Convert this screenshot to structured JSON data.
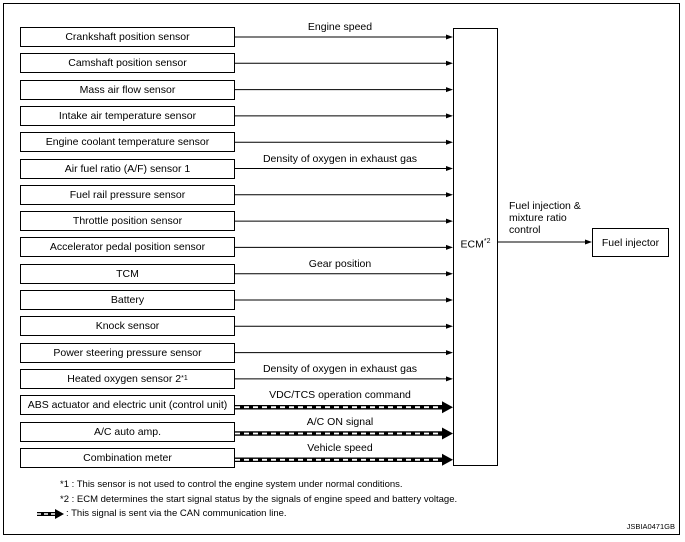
{
  "sensors": [
    {
      "label": "Crankshaft position sensor",
      "signal": "Engine speed",
      "can": false
    },
    {
      "label": "Camshaft position sensor",
      "signal": "",
      "can": false
    },
    {
      "label": "Mass air flow sensor",
      "signal": "",
      "can": false
    },
    {
      "label": "Intake air temperature sensor",
      "signal": "",
      "can": false
    },
    {
      "label": "Engine coolant temperature sensor",
      "signal": "",
      "can": false
    },
    {
      "label": "Air fuel ratio (A/F) sensor 1",
      "signal": "Density of oxygen in exhaust gas",
      "can": false
    },
    {
      "label": "Fuel rail pressure sensor",
      "signal": "",
      "can": false
    },
    {
      "label": "Throttle position sensor",
      "signal": "",
      "can": false
    },
    {
      "label": "Accelerator pedal position sensor",
      "signal": "",
      "can": false
    },
    {
      "label": "TCM",
      "signal": "Gear position",
      "can": false
    },
    {
      "label": "Battery",
      "signal": "",
      "can": false
    },
    {
      "label": "Knock sensor",
      "signal": "",
      "can": false
    },
    {
      "label": "Power steering pressure sensor",
      "signal": "",
      "can": false
    },
    {
      "label": "Heated oxygen sensor 2",
      "sup": "*1",
      "signal": "Density of oxygen in exhaust gas",
      "can": false
    },
    {
      "label": "ABS actuator and electric unit (control unit)",
      "signal": "VDC/TCS operation command",
      "can": true
    },
    {
      "label": "A/C auto amp.",
      "signal": "A/C ON signal",
      "can": true
    },
    {
      "label": "Combination meter",
      "signal": "Vehicle speed",
      "can": true
    }
  ],
  "ecm": {
    "label": "ECM",
    "sup": "*2"
  },
  "output": {
    "label_lines": [
      "Fuel injection &",
      "mixture ratio",
      "control"
    ],
    "target": "Fuel injector"
  },
  "notes": [
    "*1 : This sensor is not used to control the engine system under normal conditions.",
    "*2 : ECM determines the start signal status by the signals of engine speed and battery voltage.",
    ": This signal is sent via the CAN communication line."
  ],
  "figure_code": "JSBIA0471GB"
}
